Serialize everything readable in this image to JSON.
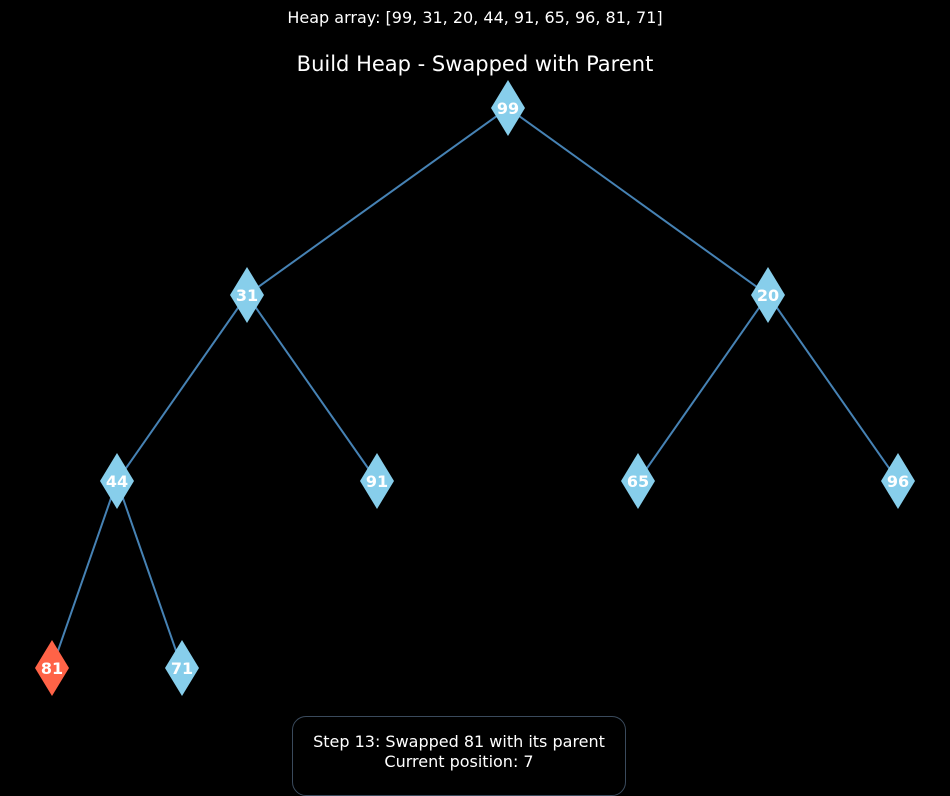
{
  "header": {
    "heap_array": "Heap array: [99, 31, 20, 44, 91, 65, 96, 81, 71]",
    "title": "Build Heap - Swapped with Parent"
  },
  "colors": {
    "node_default": "#87ceeb",
    "node_highlight": "#ff6347",
    "edge": "#4682b4",
    "background": "#000000"
  },
  "tree": {
    "nodes": [
      {
        "id": "n0",
        "label": "99",
        "highlight": false
      },
      {
        "id": "n1",
        "label": "31",
        "highlight": false
      },
      {
        "id": "n2",
        "label": "20",
        "highlight": false
      },
      {
        "id": "n3",
        "label": "44",
        "highlight": false
      },
      {
        "id": "n4",
        "label": "91",
        "highlight": false
      },
      {
        "id": "n5",
        "label": "65",
        "highlight": false
      },
      {
        "id": "n6",
        "label": "96",
        "highlight": false
      },
      {
        "id": "n7",
        "label": "81",
        "highlight": true
      },
      {
        "id": "n8",
        "label": "71",
        "highlight": false
      }
    ],
    "edges": [
      [
        "n0",
        "n1"
      ],
      [
        "n0",
        "n2"
      ],
      [
        "n1",
        "n3"
      ],
      [
        "n1",
        "n4"
      ],
      [
        "n2",
        "n5"
      ],
      [
        "n2",
        "n6"
      ],
      [
        "n3",
        "n7"
      ],
      [
        "n3",
        "n8"
      ]
    ]
  },
  "status": {
    "line1": "Step 13: Swapped 81 with its parent",
    "line2": "Current position: 7"
  }
}
